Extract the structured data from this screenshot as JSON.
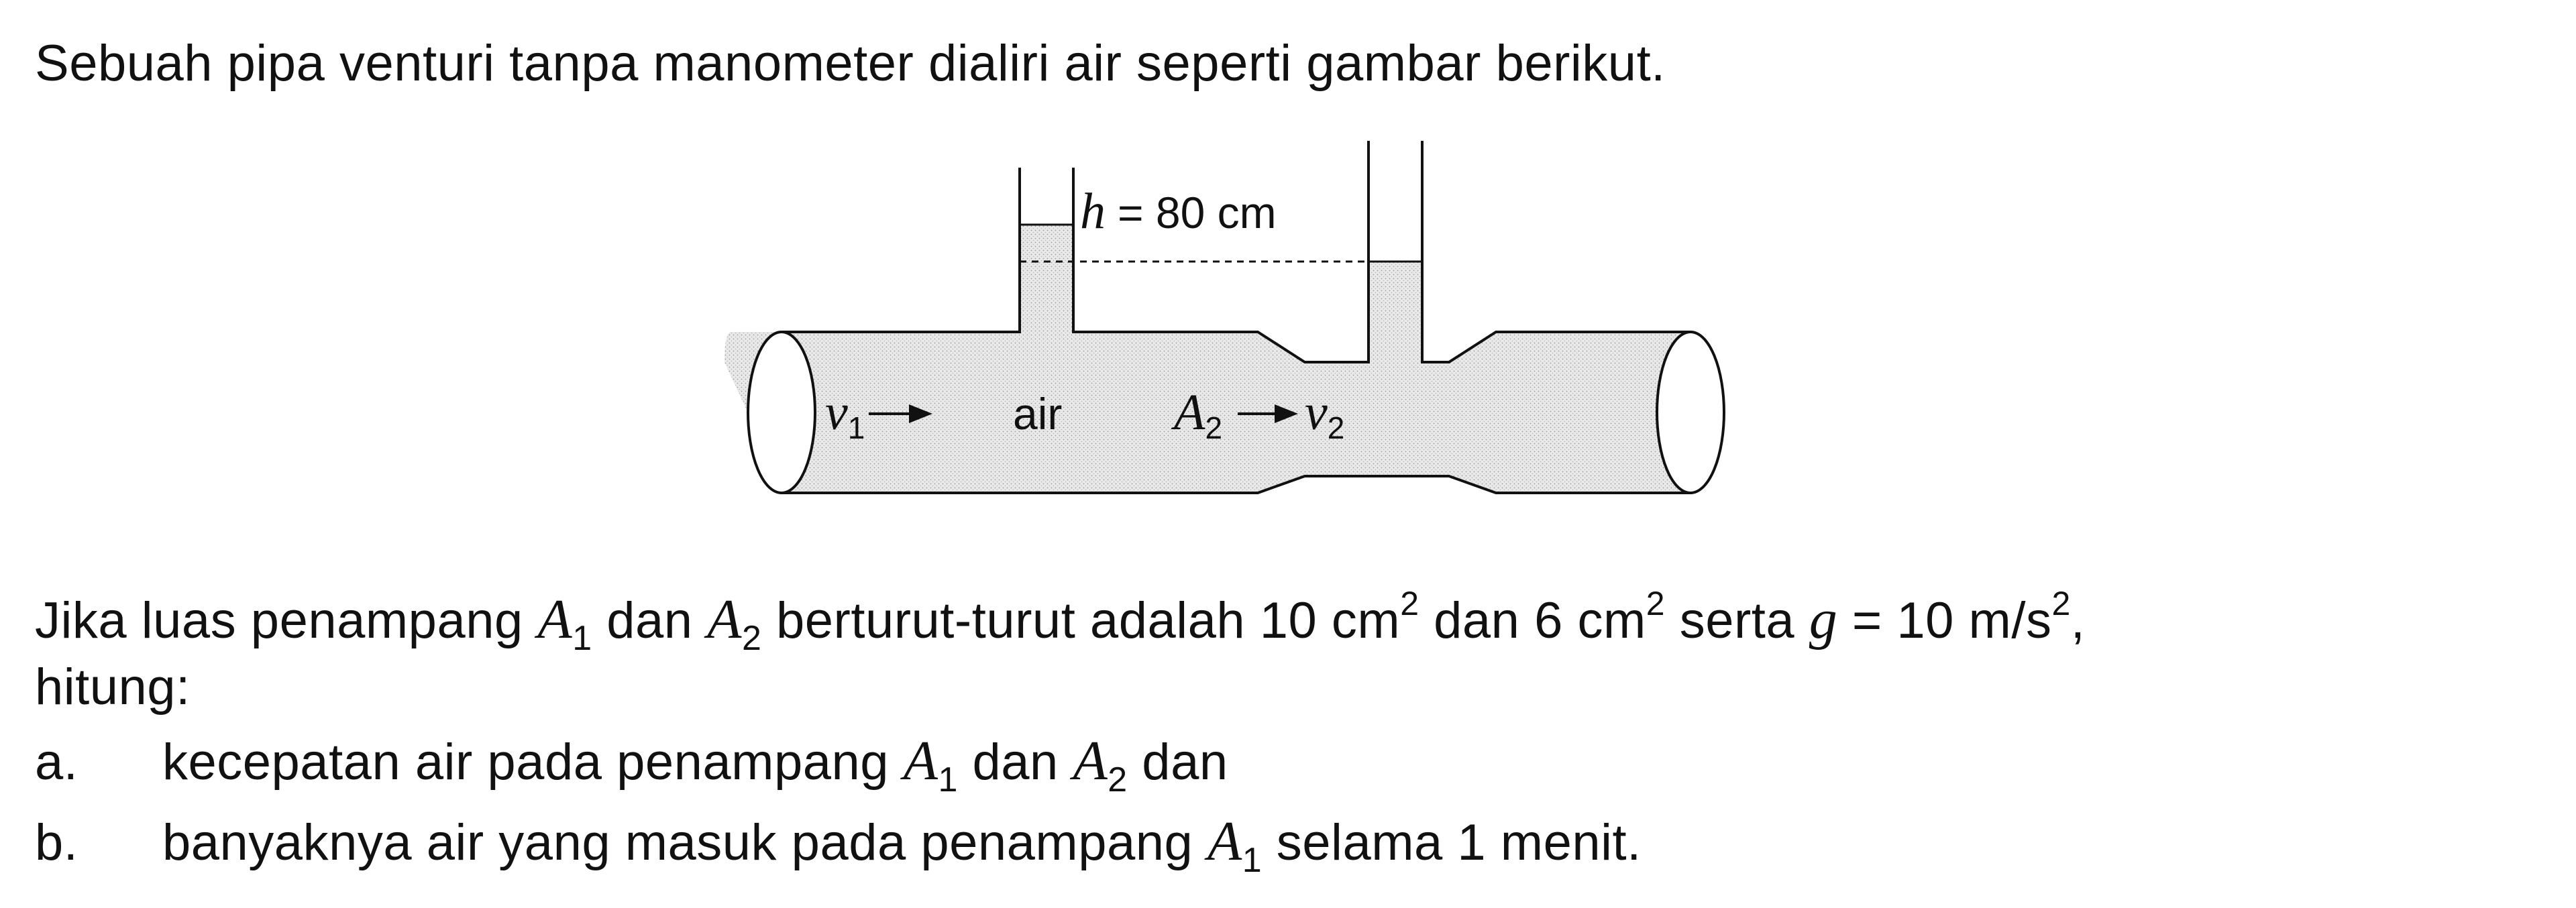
{
  "intro": "Sebuah pipa venturi tanpa manometer dialiri air seperti gambar berikut.",
  "figure": {
    "h_symbol": "h",
    "h_value": "= 80 cm",
    "A1_symbol": "A",
    "A1_sub": "1",
    "A2_symbol": "A",
    "A2_sub": "2",
    "v1_symbol": "v",
    "v1_sub": "1",
    "v2_symbol": "v",
    "v2_sub": "2",
    "fluid_label": "air"
  },
  "question": {
    "part1": "Jika luas penampang ",
    "A1_symbol": "A",
    "A1_sub": "1",
    "part2": " dan ",
    "A2_symbol": "A",
    "A2_sub": "2",
    "part3": " berturut-turut adalah 10 cm",
    "area1_exp": "2",
    "part4": " dan 6 cm",
    "area2_exp": "2",
    "part5": " serta ",
    "g_symbol": "g",
    "part6": " = 10 m/s",
    "g_exp": "2",
    "part7": ","
  },
  "hitung": "hitung:",
  "items": [
    {
      "letter": "a.",
      "text1": "kecepatan air pada penampang ",
      "s1": "A",
      "s1_sub": "1",
      "text2": " dan ",
      "s2": "A",
      "s2_sub": "2",
      "text3": " dan"
    },
    {
      "letter": "b.",
      "text1": "banyaknya air yang masuk pada penampang ",
      "s1": "A",
      "s1_sub": "1",
      "text2": " selama 1 menit."
    }
  ]
}
